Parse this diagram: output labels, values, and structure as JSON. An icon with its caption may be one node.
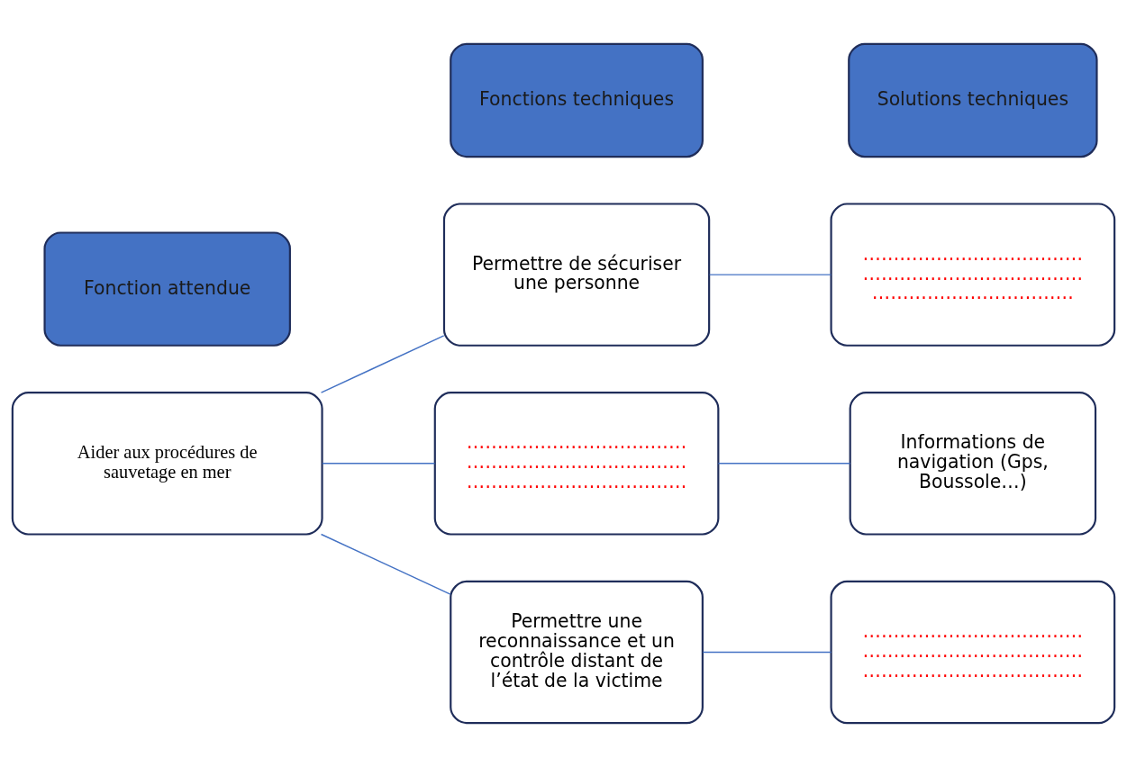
{
  "diagram": {
    "nodes": [
      {
        "text": [
          "Fonction attendue"
        ]
      },
      {
        "text": [
          "Fonctions techniques"
        ]
      },
      {
        "text": [
          "Solutions techniques"
        ]
      },
      {
        "text": [
          "Aider aux procédures de sauvetage en mer"
        ]
      },
      {
        "text": [
          "Permettre de sécuriser une personne"
        ]
      },
      {
        "text": [
          "………………………………",
          "………………………………",
          "……………………………"
        ]
      },
      {
        "text": [
          "………………………………",
          "………………………………",
          "………………………………"
        ]
      },
      {
        "text": [
          "Informations de navigation (Gps, Boussole…)"
        ]
      },
      {
        "text": [
          "Permettre une reconnaissance et un contrôle distant de l’état de la victime"
        ]
      },
      {
        "text": [
          "………………………………",
          "………………………………",
          "………………………………"
        ]
      }
    ],
    "edges": [
      {
        "from": 3,
        "to": 4,
        "arrow": "none"
      },
      {
        "from": 3,
        "to": 6,
        "arrow": "none"
      },
      {
        "from": 3,
        "to": 8,
        "arrow": "none"
      },
      {
        "from": 4,
        "to": 5,
        "arrow": "none"
      },
      {
        "from": 6,
        "to": 7,
        "arrow": "none"
      },
      {
        "from": 8,
        "to": 9,
        "arrow": "none"
      }
    ]
  }
}
